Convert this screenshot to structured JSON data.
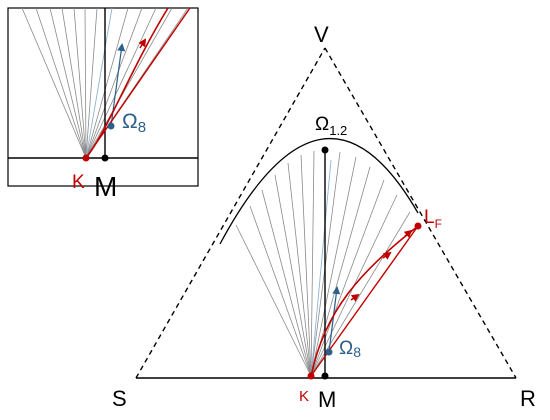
{
  "colors": {
    "black": "#000000",
    "red": "#c00000",
    "blue": "#2e5f8a",
    "lightblue": "#7fa7d0",
    "gray": "#808080"
  },
  "main": {
    "vertex_top": "V",
    "vertex_left": "S",
    "vertex_right": "R",
    "point_m": "M",
    "point_k": "K",
    "point_omega_8": {
      "base": "Ω",
      "sub": "8"
    },
    "point_omega_12": {
      "base": "Ω",
      "sub": "1.2"
    },
    "point_lf": {
      "base": "L",
      "sub": "F"
    }
  },
  "inset": {
    "point_m": "M",
    "point_k": "K",
    "point_omega_8": {
      "base": "Ω",
      "sub": "8"
    }
  }
}
